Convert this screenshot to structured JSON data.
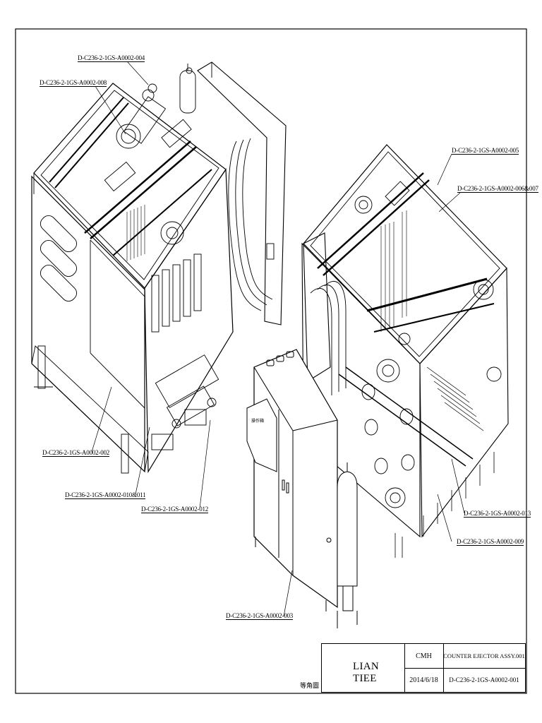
{
  "callouts": {
    "c004": "D-C236-2-1GS-A0002-004",
    "c008": "D-C236-2-1GS-A0002-008",
    "c005": "D-C236-2-1GS-A0002-005",
    "c006": "D-C236-2-1GS-A0002-006&007",
    "c002": "D-C236-2-1GS-A0002-002",
    "c010": "D-C236-2-1GS-A0002-010&011",
    "c012": "D-C236-2-1GS-A0002-012",
    "c013": "D-C236-2-1GS-A0002-013",
    "c009": "D-C236-2-1GS-A0002-009",
    "c003": "D-C236-2-1GS-A0002-003"
  },
  "title_block": {
    "company": "LIAN TIEE",
    "drawn_by": "CMH",
    "date": "2014/6/18",
    "title": "COUNTER EJECTOR ASSY.001",
    "drawing_number": "D-C236-2-1GS-A0002-001"
  },
  "view_label": "等角圖",
  "panel_sign": "操作箱"
}
